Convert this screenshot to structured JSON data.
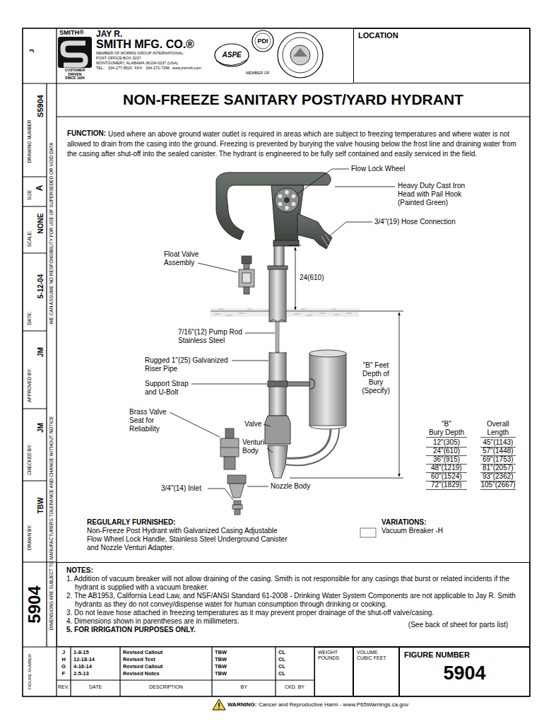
{
  "diagram": {
    "title": "NON-FREEZE SANITARY POST/YARD HYDRANT",
    "nodes": [
      {
        "text": [
          "LOCATION"
        ]
      },
      {
        "text": [
          "NOTES:",
          "1. Addition of vacuum breaker will not allow draining of the casing. Smith is not responsible for any casings that burst or related incidents if the hydrant is supplied with a vacuum breaker.",
          "2. The AB1953, California Lead Law, and NSF/ANSI Standard 61-2008 - Drinking Water System Components are not applicable to Jay R. Smith hydrants as they do not convey/dispense water for human consumption through drinking or cooking.",
          "3. Do not leave hose attached in freezing temperatures as it may prevent proper drainage of the shut-off valve/casing.",
          "4. Dimensions shown in parentheses are in millimeters.",
          "(See back of sheet for parts list)",
          "5. FOR IRRIGATION PURPOSES ONLY."
        ]
      },
      {
        "text": [
          "WEIGHT POUNDS"
        ]
      },
      {
        "text": [
          "VOLUME CUBIC FEET"
        ]
      },
      {
        "text": [
          "FIGURE NUMBER",
          "5904"
        ]
      }
    ],
    "labels": [
      "SMITH®",
      "CUSTOMER DRIVEN SINCE 1926",
      "JAY R.",
      "SMITH MFG. CO.®",
      "MEMBER OF MORRIS GROUP INTERNATIONAL",
      "POST OFFICE BOX 3237",
      "MONTGOMERY, ALABAMA 36109-0237 (USA)",
      "TEL.: 334-277-8520 FAX: 334-272-7396 www.jrsmith.com",
      "ASPE",
      "PDI",
      "MEMBER OF:",
      "J",
      "DRAWING NUMBER",
      "S5904",
      "SIZE",
      "A",
      "SCALE:",
      "NONE",
      "DATE:",
      "5-12-04",
      "APPROVED BY:",
      "JM",
      "CHECKED BY:",
      "JM",
      "DRAWN BY:",
      "TBW",
      "5904",
      "FIGURE NUMBER",
      "WE CAN ASSUME NO RESPONSIBILITY FOR USE OF SUPERSEDED OR VOID DATA",
      "DIMENSIONS ARE SUBJECT TO MANUFACTURERS TOLERANCE AND CHANGE WITHOUT NOTICE",
      "FUNCTION:",
      "Used where an above ground water outlet is required in areas which are subject to freezing temperatures and where water is not allowed to drain from the casing into the ground. Freezing is prevented by burying the valve housing below the frost line and draining water from the casing after shut-off into the sealed canister. The hydrant is engineered to be fully self contained and easily serviced in the field.",
      "Flow Lock Wheel",
      "Heavy Duty Cast Iron Head with Pail Hook (Painted Green)",
      "3/4\"(19) Hose Connection",
      "Float Valve Assembly",
      "24(610)",
      "7/16\"(12) Pump Rod Stainless Steel",
      "Rugged 1\"(25) Galvanized Riser Pipe",
      "Support Strap and U-Bolt",
      "\"B\" Feet Depth of Bury (Specify)",
      "Brass Valve Seat for Reliability",
      "Valve",
      "Venturi Body",
      "3/4\"(14) Inlet",
      "Nozzle Body",
      "\"B\"",
      "Overall",
      "Bury Depth",
      "Length",
      "12\"(305)",
      "45\"(1143)",
      "24\"(610)",
      "57\"(1448)",
      "36\"(915)",
      "69\"(1753)",
      "48\"(1219)",
      "81\"(2057)",
      "60\"(1524)",
      "93\"(2362)",
      "72\"(1829)",
      "105\"(2667)",
      "REGULARLY FURNISHED:",
      "Non-Freeze Post Hydrant with Galvanized Casing Adjustable Flow Wheel Lock Handle, Stainless Steel Underground Canister and Nozzle Venturi Adapter.",
      "VARIATIONS:",
      "Vacuum Breaker -H",
      "J",
      "1-8-15",
      "Revised Callout",
      "TBW",
      "CL",
      "H",
      "12-18-14",
      "Revised Text",
      "TBW",
      "CL",
      "G",
      "4-16-14",
      "Revised Callout",
      "TBW",
      "CL",
      "F",
      "2-5-13",
      "Revised Notes",
      "TBW",
      "CL",
      "REV.",
      "DATE",
      "DESCRIPTION",
      "BY",
      "CKD. BY",
      "WARNING:",
      "Cancer and Reproductive Harm - www.P65Warnings.ca.gov"
    ]
  }
}
